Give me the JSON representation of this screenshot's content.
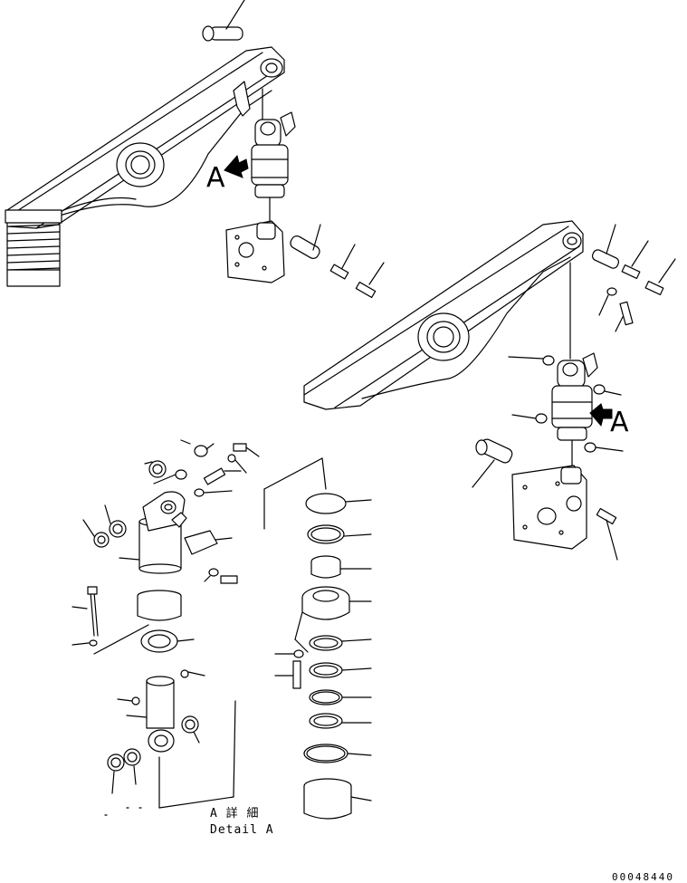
{
  "view_markers": [
    "A",
    "A"
  ],
  "detail_title_jp": "A 詳 細",
  "detail_title_en": "Detail A",
  "figure_number": "00048440"
}
